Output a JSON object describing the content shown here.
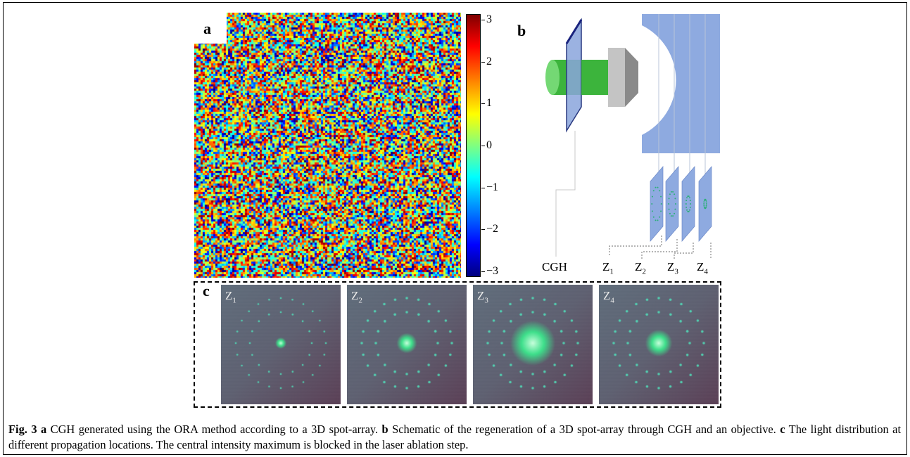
{
  "panel_labels": {
    "a": "a",
    "b": "b",
    "c": "c"
  },
  "colorbar": {
    "ticks": [
      "3",
      "2",
      "1",
      "0",
      "−1",
      "−2",
      "−3"
    ],
    "max": 3.14,
    "min": -3.14
  },
  "schematic": {
    "cgh_label": "CGH",
    "z_labels": [
      {
        "main": "Z",
        "sub": "1"
      },
      {
        "main": "Z",
        "sub": "2"
      },
      {
        "main": "Z",
        "sub": "3"
      },
      {
        "main": "Z",
        "sub": "4"
      }
    ]
  },
  "photos": [
    {
      "main": "Z",
      "sub": "1"
    },
    {
      "main": "Z",
      "sub": "2"
    },
    {
      "main": "Z",
      "sub": "3"
    },
    {
      "main": "Z",
      "sub": "4"
    }
  ],
  "caption": {
    "fig_label": "Fig. 3",
    "a_label": "a",
    "a_text": " CGH generated using the ORA method according to a 3D spot-array. ",
    "b_label": "b",
    "b_text": " Schematic of the regeneration of a 3D spot-array through CGH and an objective. ",
    "c_label": "c",
    "c_text": " The light distribution at different propagation locations. The central intensity maximum is blocked in the laser ablation step."
  }
}
